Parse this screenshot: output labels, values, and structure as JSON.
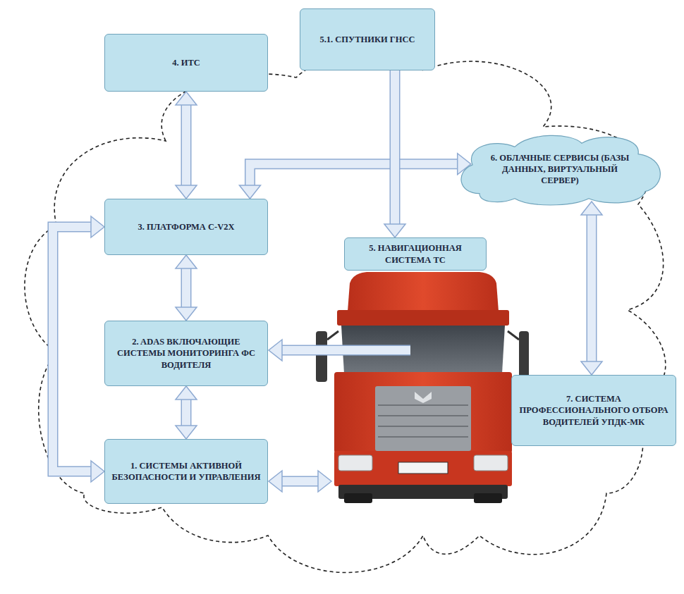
{
  "diagram": {
    "nodes": [
      {
        "text": [
          "5.1. СПУТНИКИ ГНСС"
        ]
      },
      {
        "text": [
          "4. ИТС"
        ]
      },
      {
        "text": [
          "6. ОБЛАЧНЫЕ СЕРВИСЫ (БАЗЫ ДАННЫХ, ВИРТУАЛЬНЫЙ СЕРВЕР)"
        ]
      },
      {
        "text": [
          "3. ПЛАТФОРМА C-V2X"
        ]
      },
      {
        "text": [
          "5. НАВИГАЦИОННАЯ СИСТЕМА ТС"
        ]
      },
      {
        "text": [
          "2. ADAS ВКЛЮЧАЮЩИЕ СИСТЕМЫ МОНИТОРИНГА ФС ВОДИТЕЛЯ"
        ]
      },
      {
        "text": [
          "7. СИСТЕМА ПРОФЕССИОНАЛЬНОГО ОТБОРА ВОДИТЕЛЕЙ УПДК-МК"
        ]
      },
      {
        "text": [
          "1. СИСТЕМЫ АКТИВНОЙ БЕЗОПАСНОСТИ И УПРАВЛЕНИЯ"
        ]
      }
    ],
    "edges": [
      {
        "from": 1,
        "to": 3,
        "arrow": "both"
      },
      {
        "from": 3,
        "to": 2,
        "arrow": "both"
      },
      {
        "from": 0,
        "to": 4,
        "arrow": "to"
      },
      {
        "from": 3,
        "to": 5,
        "arrow": "both"
      },
      {
        "from": 5,
        "to": 7,
        "arrow": "both"
      },
      {
        "from": 7,
        "to": 3,
        "arrow": "both"
      },
      {
        "from": 2,
        "to": 6,
        "arrow": "both"
      }
    ]
  }
}
